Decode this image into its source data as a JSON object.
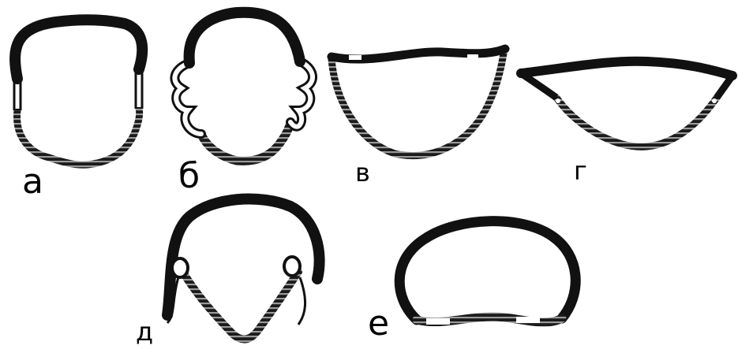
{
  "figure": {
    "panels": [
      {
        "id": "a",
        "label": "а"
      },
      {
        "id": "b",
        "label": "б"
      },
      {
        "id": "v",
        "label": "в"
      },
      {
        "id": "g",
        "label": "г"
      },
      {
        "id": "d",
        "label": "д"
      },
      {
        "id": "e",
        "label": "е"
      }
    ]
  },
  "colors": {
    "thick_wall": "#111111",
    "banded_wall": "#1a1a1a",
    "band_stripes": "#9a9a9a",
    "hinge": "#ffffff",
    "background": "#ffffff"
  }
}
